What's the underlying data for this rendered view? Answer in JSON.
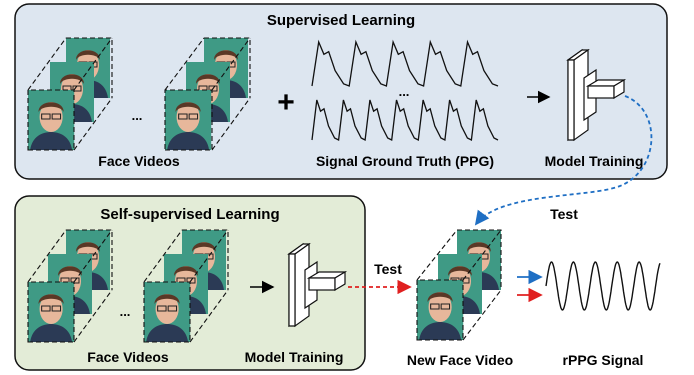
{
  "supervised": {
    "title": "Supervised Learning",
    "face_videos_label": "Face Videos",
    "ellipsis": "...",
    "plus": "+",
    "signal_ellipsis": "...",
    "signal_label": "Signal Ground Truth (PPG)",
    "model_label": "Model Training"
  },
  "self_supervised": {
    "title": "Self-supervised Learning",
    "face_videos_label": "Face Videos",
    "ellipsis": "...",
    "model_label": "Model Training"
  },
  "test": {
    "label_top": "Test",
    "label_bottom": "Test",
    "new_video_label": "New Face Video",
    "output_label": "rPPG Signal"
  },
  "colors": {
    "supervised_bg": "#dde6f0",
    "self_supervised_bg": "#e3ecd7",
    "blue_arrow": "#1f6fc4",
    "red_arrow": "#e02020",
    "face_bg": "#3f9a85"
  },
  "icons": {
    "face_frame": "face-thumbnail-icon",
    "model": "model-block-icon"
  }
}
